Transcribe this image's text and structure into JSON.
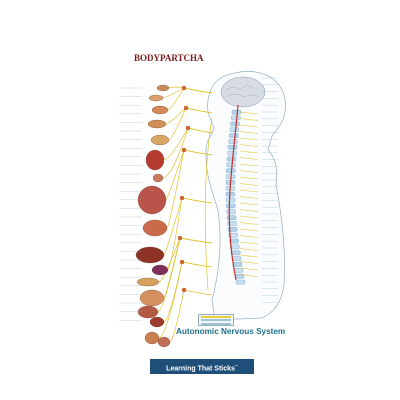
{
  "brand": {
    "logo": "BODYPARTCHART",
    "tagline": ""
  },
  "poster": {
    "title": "Autonomic Nervous System"
  },
  "footer": {
    "banner": "Learning That Sticks",
    "trademark": "™"
  },
  "colors": {
    "title": "#1d6f8a",
    "banner_bg": "#1f4e79",
    "nerve": "#e2c12b",
    "spine": "#4a90c4",
    "body_outline": "#9fb7c9",
    "spinal_cord_red": "#c4302b",
    "logo": "#7a1b1b"
  },
  "organs": [
    {
      "name": "eye",
      "color": "#c98a5a"
    },
    {
      "name": "lacrimal-gland",
      "color": "#d9a06a"
    },
    {
      "name": "nasal-mucosa",
      "color": "#d68a5a"
    },
    {
      "name": "submandibular-gland",
      "color": "#cf8f55"
    },
    {
      "name": "parotid-gland",
      "color": "#d9a765"
    },
    {
      "name": "heart",
      "color": "#b53a2f"
    },
    {
      "name": "larynx",
      "color": "#c77a60"
    },
    {
      "name": "lungs",
      "color": "#b8544a"
    },
    {
      "name": "stomach",
      "color": "#c96b4a"
    },
    {
      "name": "liver",
      "color": "#8c3326"
    },
    {
      "name": "spleen",
      "color": "#7b2f5a"
    },
    {
      "name": "pancreas",
      "color": "#d6a05a"
    },
    {
      "name": "small-intestine",
      "color": "#d4905f"
    },
    {
      "name": "large-intestine",
      "color": "#b45a44"
    },
    {
      "name": "kidney",
      "color": "#9b3b2e"
    },
    {
      "name": "bladder",
      "color": "#c98050"
    },
    {
      "name": "genitals",
      "color": "#c06f55"
    }
  ]
}
